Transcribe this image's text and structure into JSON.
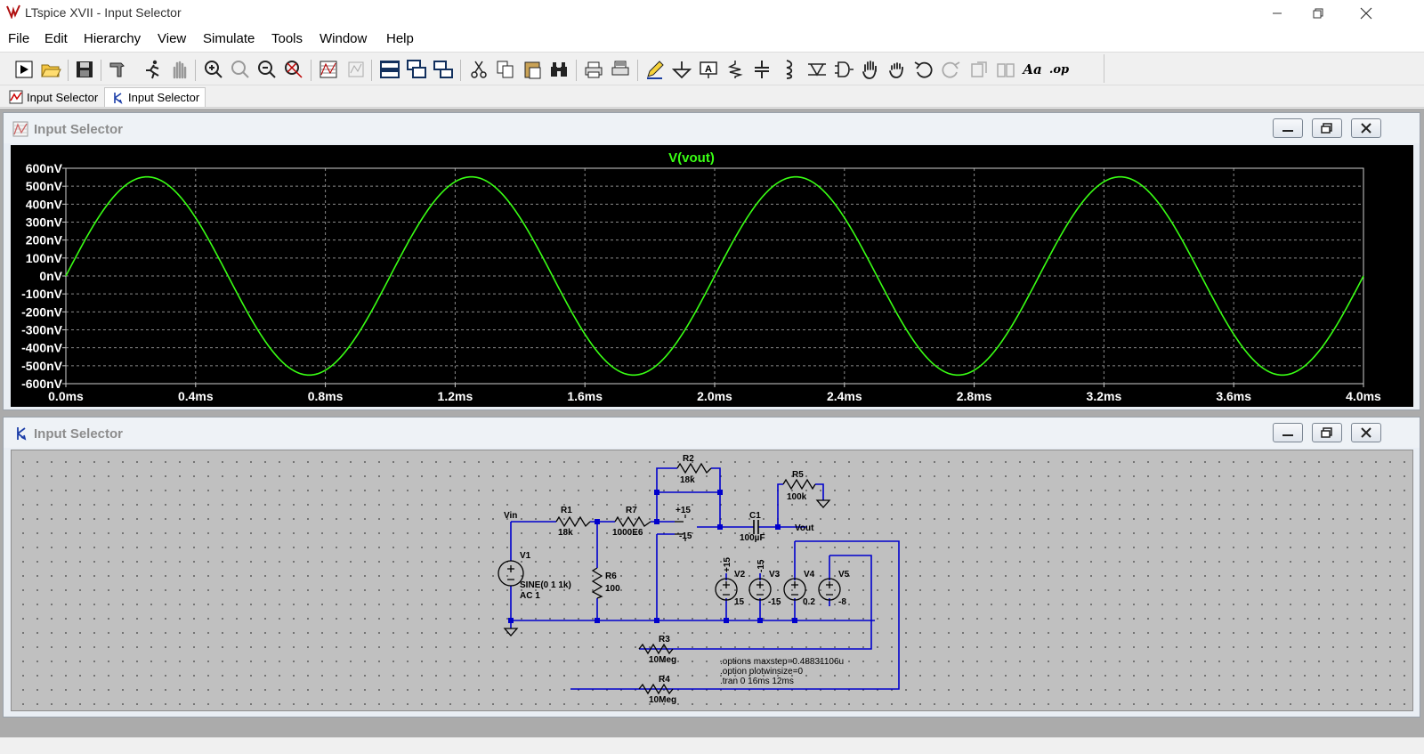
{
  "window": {
    "title": "LTspice XVII - Input Selector"
  },
  "menu": {
    "file": "File",
    "edit": "Edit",
    "hierarchy": "Hierarchy",
    "view": "View",
    "simulate": "Simulate",
    "tools": "Tools",
    "window": "Window",
    "help": "Help"
  },
  "toolbar": {
    "text_label": "Aa",
    "op_label": ".op"
  },
  "tabs": [
    {
      "label": "Input Selector",
      "kind": "waveform"
    },
    {
      "label": "Input Selector",
      "kind": "schematic",
      "active": true
    }
  ],
  "plot_window": {
    "title": "Input Selector"
  },
  "schematic_window": {
    "title": "Input Selector"
  },
  "chart_data": {
    "type": "line",
    "title": "V(vout)",
    "xlabel": "",
    "ylabel": "",
    "x_tick_labels": [
      "0.0ms",
      "0.4ms",
      "0.8ms",
      "1.2ms",
      "1.6ms",
      "2.0ms",
      "2.4ms",
      "2.8ms",
      "3.2ms",
      "3.6ms",
      "4.0ms"
    ],
    "y_tick_labels": [
      "600nV",
      "500nV",
      "400nV",
      "300nV",
      "200nV",
      "100nV",
      "0nV",
      "-100nV",
      "-200nV",
      "-300nV",
      "-400nV",
      "-500nV",
      "-600nV"
    ],
    "xlim": [
      0,
      4.0
    ],
    "ylim": [
      -600,
      600
    ],
    "grid": true,
    "series": [
      {
        "name": "V(vout)",
        "color": "#39ff14",
        "amplitude_nV": 552,
        "frequency_kHz": 1,
        "x_start_ms": 0,
        "x_end_ms": 4.0
      }
    ]
  },
  "schematic": {
    "labels": {
      "vin": "Vin",
      "vout": "Vout",
      "r1": "R1",
      "r1v": "18k",
      "r7": "R7",
      "r7v": "1000E6",
      "r2": "R2",
      "r2v": "18k",
      "r5": "R5",
      "r5v": "100k",
      "c1": "C1",
      "c1v": "100µF",
      "r6": "R6",
      "r6v": "100",
      "v1": "V1",
      "v1v": "SINE(0 1 1k)",
      "v1ac": "AC 1",
      "v2": "V2",
      "v2v": "15",
      "v3": "V3",
      "v3v": "-15",
      "v4": "V4",
      "v4v": "0.2",
      "v5": "V5",
      "v5v": "-8",
      "p15a": "+15",
      "m15a": "-15",
      "p15b": "+15",
      "p15c": "-15",
      "r3": "R3",
      "r3v": "10Meg",
      "r4": "R4",
      "r4v": "10Meg",
      "dir1": ".options maxstep=0.48831106u",
      "dir2": ".option plotwinsize=0",
      "dir3": ".tran 0 16ms 12ms"
    }
  }
}
